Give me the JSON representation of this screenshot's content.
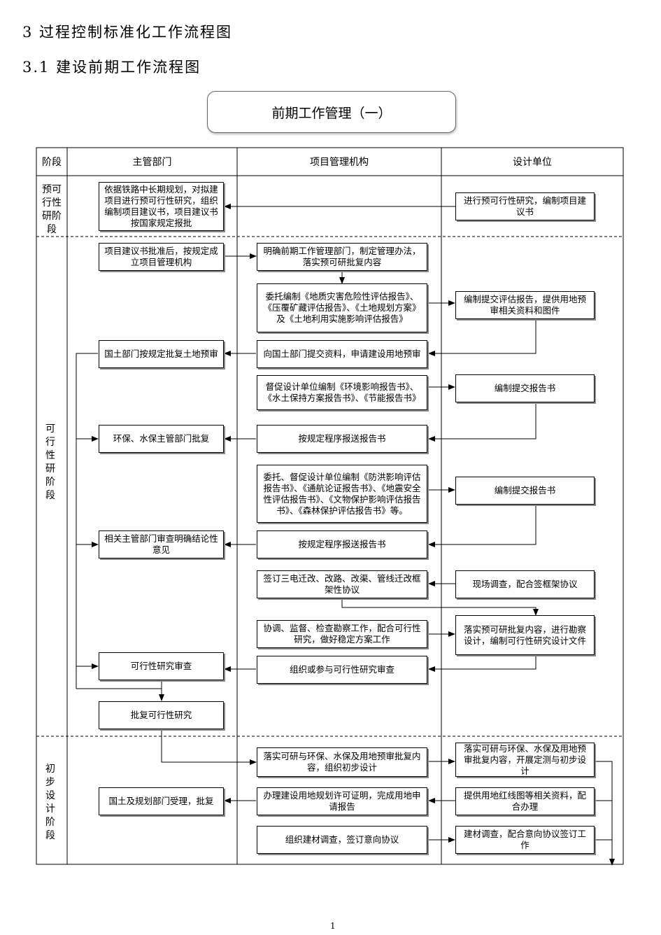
{
  "headings": {
    "h1": "3 过程控制标准化工作流程图",
    "h2": "3.1 建设前期工作流程图"
  },
  "title": "前期工作管理（一）",
  "columns": {
    "stage": "阶段",
    "dept": "主管部门",
    "org": "项目管理机构",
    "design": "设计单位"
  },
  "stages": {
    "pre_feasibility": "预可行性研阶段",
    "feasibility": "可行性研阶段",
    "preliminary": "初步设计阶段"
  },
  "boxes": {
    "d1": "依据铁路中长期规划，对拟建项目进行预可行性研究，组织编制项目建议书，项目建议书按国家规定报批",
    "s1": "进行预可行性研究，编制项目建议书",
    "d2": "项目建议书批准后，按规定成立项目管理机构",
    "o1": "明确前期工作管理部门，制定管理办法，落实预可研批复内容",
    "o2": "委托编制《地质灾害危险性评估报告》、《压覆矿藏评估报告》、《土地规划方案》及《土地利用实施影响评估报告》",
    "s2": "编制提交评估报告，提供用地预审相关资料和图件",
    "d3": "国土部门按规定批复土地预审",
    "o3": "向国土部门提交资料，申请建设用地预审",
    "o4": "督促设计单位编制《环境影响报告书》、《水土保持方案报告书》、《节能报告书》",
    "s3": "编制提交报告书",
    "d4": "环保、水保主管部门批复",
    "o5": "按规定程序报送报告书",
    "o6": "委托、督促设计单位编制《防洪影响评估报告书》、《通航论证报告书》、《地震安全性评估报告书》、《文物保护影响评估报告书》、《森林保护评估报告书》等。",
    "s4": "编制提交报告书",
    "d5": "相关主管部门审查明确结论性意见",
    "o7": "按规定程序报送报告书",
    "o8": "签订三电迁改、改路、改渠、管线迁改框架性协议",
    "s5": "现场调查，配合签框架协议",
    "o9": "协调、监督、检查勘察工作，配合可行性研究，做好稳定方案工作",
    "s6": "落实预可研批复内容，进行勘察设计，编制可行性研究设计文件",
    "d6": "可行性研究审查",
    "o10": "组织或参与可行性研究审查",
    "d7": "批复可行性研究",
    "o11": "落实可研与环保、水保及用地预审批复内容，组织初步设计",
    "s7": "落实可研与环保、水保及用地预审批复内容，开展定测与初步设计",
    "d8": "国土及规划部门受理，批复",
    "o12": "办理建设用地规划许可证明，完成用地申请报告",
    "s8": "提供用地红线图等相关资料，配合办理",
    "o13": "组织建材调查，签订意向协议",
    "s9": "建材调查，配合意向协议签订工作"
  },
  "page_number": "1"
}
